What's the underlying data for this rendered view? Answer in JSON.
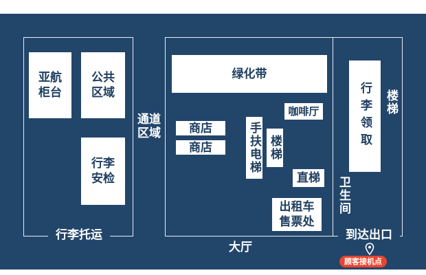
{
  "map": {
    "areas": {
      "airline_counter": "亚航\n柜台",
      "public_area": "公共\n区域",
      "security_check": "行李\n安检",
      "green_belt": "绿化带",
      "shop_1": "商店",
      "shop_2": "商店",
      "cafe": "咖啡厅",
      "escalator": "手扶电梯",
      "stairs_inner": "楼梯",
      "elevator": "直梯",
      "taxi_ticket": "出租车\n售票处",
      "baggage_claim": "行李领取"
    },
    "labels": {
      "corridor": "通道\n区域",
      "baggage_checkin": "行李托运",
      "hall": "大厅",
      "stairs_right": "楼梯",
      "restroom": "卫生间",
      "arrival_exit": "到达出口"
    },
    "marker": {
      "icon": "location-pin-icon",
      "label": "顾客接机点"
    },
    "colors": {
      "background": "#22456a",
      "box": "#ffffff",
      "box_text": "#1f3f60",
      "accent": "#e8452f"
    }
  }
}
